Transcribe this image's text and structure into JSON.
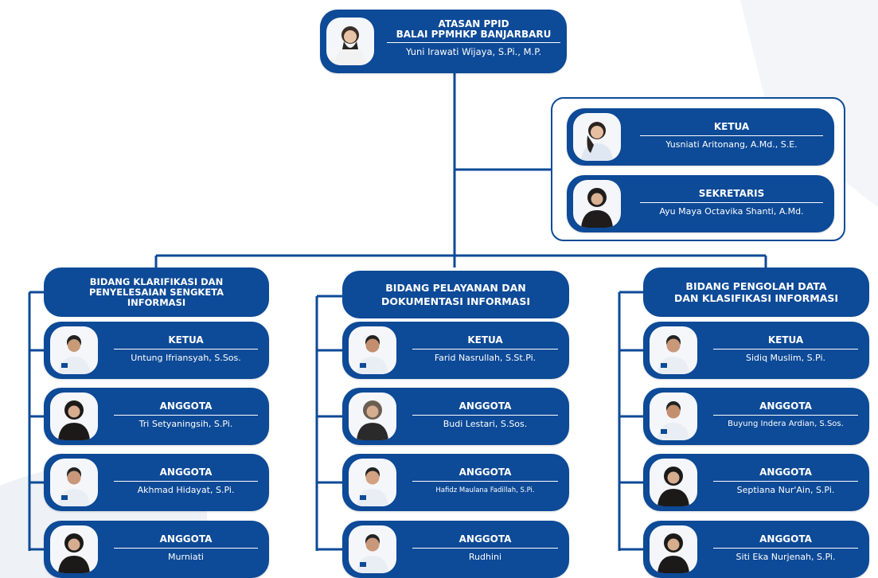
{
  "colors": {
    "primary": "#0d4a97",
    "background": "#ffffff",
    "line": "#0d4a97"
  },
  "head": {
    "title_line1": "ATASAN PPID",
    "title_line2": "BALAI PPMHKP BANJARBARU",
    "name": "Yuni Irawati Wijaya, S.Pi., M.P."
  },
  "secretariat": [
    {
      "role": "KETUA",
      "name": "Yusniati Aritonang, A.Md., S.E."
    },
    {
      "role": "SEKRETARIS",
      "name": "Ayu Maya Octavika Shanti, A.Md."
    }
  ],
  "divisions": [
    {
      "title_lines": [
        "BIDANG KLARIFIKASI DAN",
        "PENYELESAIAN SENGKETA",
        "INFORMASI"
      ],
      "members": [
        {
          "role": "KETUA",
          "name": "Untung Ifriansyah, S.Sos."
        },
        {
          "role": "ANGGOTA",
          "name": "Tri Setyaningsih, S.Pi."
        },
        {
          "role": "ANGGOTA",
          "name": "Akhmad Hidayat, S.Pi."
        },
        {
          "role": "ANGGOTA",
          "name": "Murniati"
        }
      ]
    },
    {
      "title_lines": [
        "BIDANG PELAYANAN DAN",
        "DOKUMENTASI INFORMASI"
      ],
      "members": [
        {
          "role": "KETUA",
          "name": "Farid Nasrullah, S.St.Pi."
        },
        {
          "role": "ANGGOTA",
          "name": "Budi Lestari, S.Sos."
        },
        {
          "role": "ANGGOTA",
          "name": "Hafidz Maulana Fadillah, S.Pi."
        },
        {
          "role": "ANGGOTA",
          "name": "Rudhini"
        }
      ]
    },
    {
      "title_lines": [
        "BIDANG PENGOLAH DATA",
        "DAN KLASIFIKASI INFORMASI"
      ],
      "members": [
        {
          "role": "KETUA",
          "name": "Sidiq Muslim, S.Pi."
        },
        {
          "role": "ANGGOTA",
          "name": "Buyung Indera Ardian, S.Sos."
        },
        {
          "role": "ANGGOTA",
          "name": "Septiana Nur'Ain, S.Pi."
        },
        {
          "role": "ANGGOTA",
          "name": "Siti Eka Nurjenah, S.Pi."
        }
      ]
    }
  ]
}
